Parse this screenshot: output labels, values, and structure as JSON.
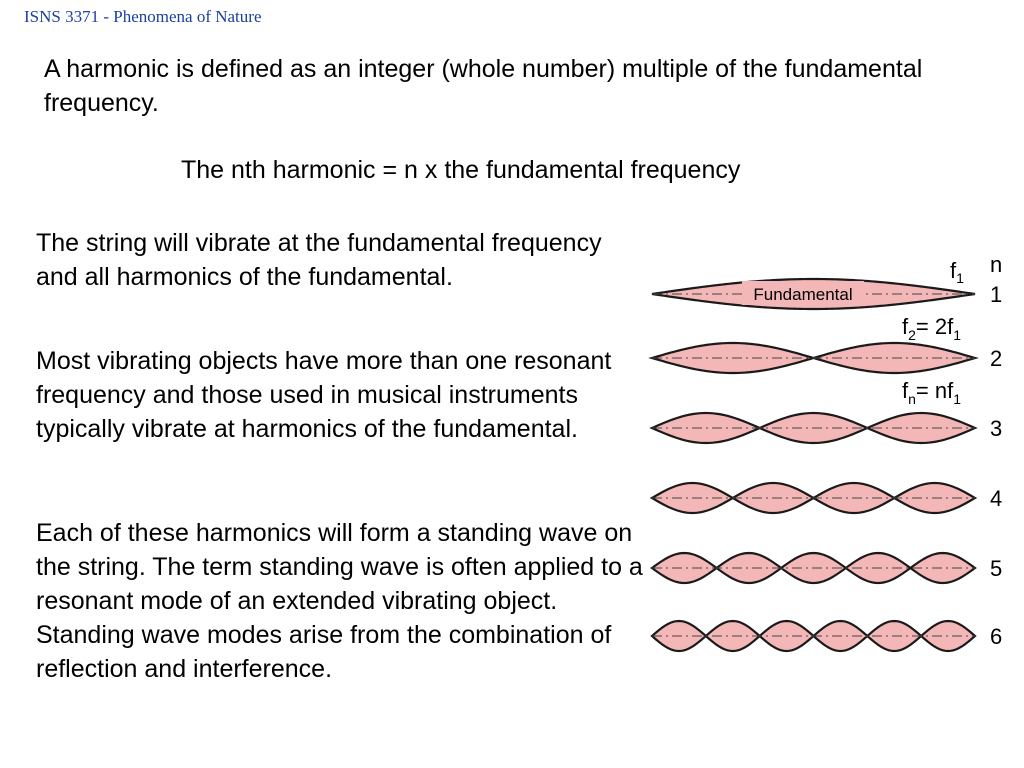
{
  "header": {
    "course": "ISNS 3371 - Phenomena of Nature"
  },
  "intro": "A harmonic is defined as an integer (whole number) multiple of the fundamental frequency.",
  "formula": "The nth harmonic = n x the fundamental frequency",
  "paragraphs": {
    "p1": "The string will vibrate at the fundamental frequency and all harmonics of the fundamental.",
    "p2": "Most vibrating objects have more than one resonant frequency and those used in musical instruments typically vibrate at harmonics of the fundamental.",
    "p3": "Each of these harmonics will form a standing wave on the string. The term standing wave is often applied to a resonant mode of an extended vibrating object. Standing wave modes arise from the combination of reflection and interference."
  },
  "diagram": {
    "fundamental_label": "Fundamental",
    "n_header": "n",
    "f1_label": {
      "main": "f",
      "sub": "1"
    },
    "f2_label": {
      "f": "f",
      "sub2": "2",
      "eq": "= 2f",
      "sub1": "1"
    },
    "fn_label": {
      "f": "f",
      "subn": "n",
      "eq": "= nf",
      "sub1": "1"
    },
    "harmonics": [
      1,
      2,
      3,
      4,
      5,
      6
    ],
    "harmonic_labels": [
      "1",
      "2",
      "3",
      "4",
      "5",
      "6"
    ],
    "fill_color": "#f4b7b7",
    "stroke_color": "#1a1a1a"
  }
}
